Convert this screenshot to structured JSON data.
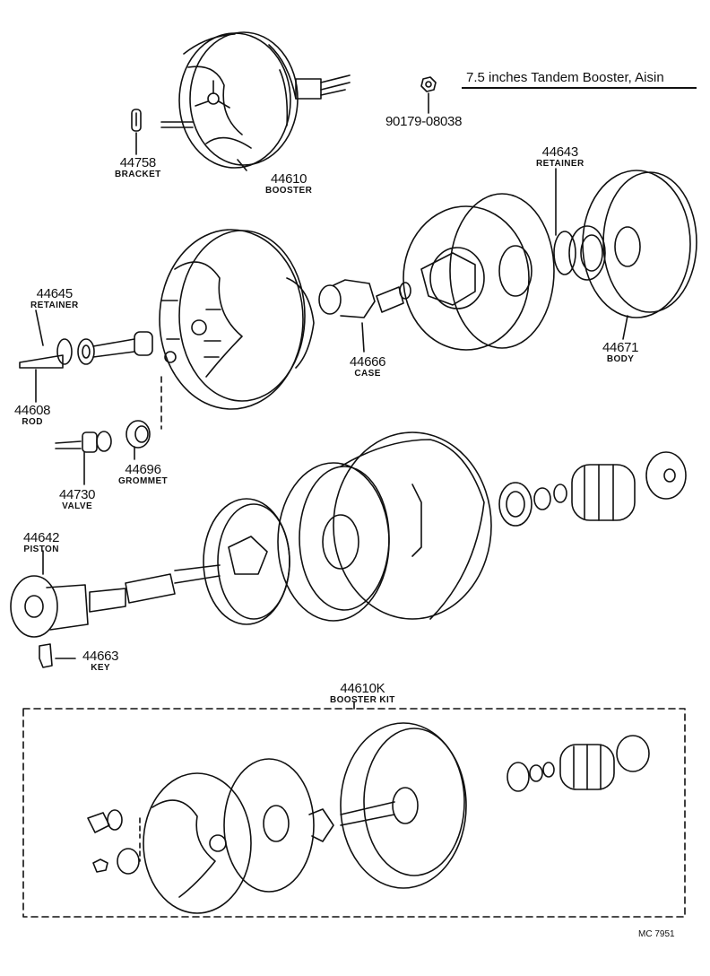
{
  "title": "7.5 inches Tandem Booster, Aisin",
  "figure_code": "MC 7951",
  "parts": {
    "bracket": {
      "number": "44758",
      "name": "BRACKET"
    },
    "booster": {
      "number": "44610",
      "name": "BOOSTER"
    },
    "nut": {
      "number": "90179-08038"
    },
    "retainer_front": {
      "number": "44643",
      "name": "RETAINER"
    },
    "retainer_rear": {
      "number": "44645",
      "name": "RETAINER"
    },
    "case": {
      "number": "44666",
      "name": "CASE"
    },
    "body": {
      "number": "44671",
      "name": "BODY"
    },
    "rod": {
      "number": "44608",
      "name": "ROD"
    },
    "grommet": {
      "number": "44696",
      "name": "GROMMET"
    },
    "valve": {
      "number": "44730",
      "name": "VALVE"
    },
    "piston": {
      "number": "44642",
      "name": "PISTON"
    },
    "key": {
      "number": "44663",
      "name": "KEY"
    },
    "kit": {
      "number": "44610K",
      "name": "BOOSTER KIT"
    }
  }
}
